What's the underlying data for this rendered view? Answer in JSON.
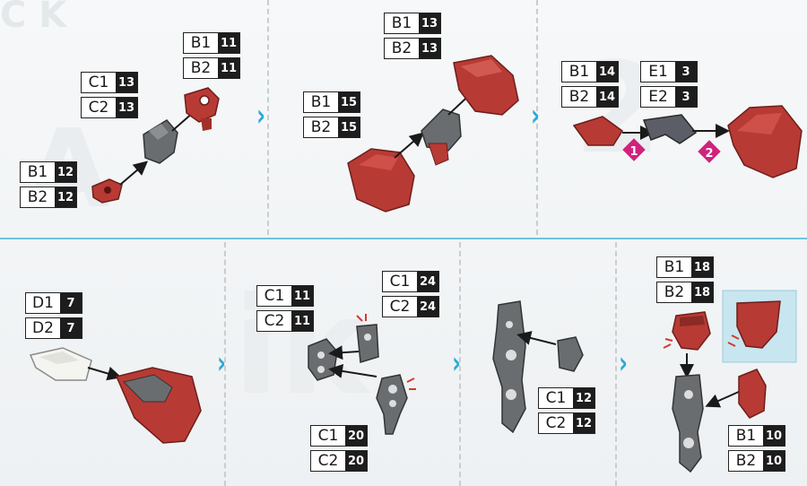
{
  "tags": [
    {
      "id": "p1-c1",
      "code": "C1",
      "num": "13"
    },
    {
      "id": "p1-c2",
      "code": "C2",
      "num": "13"
    },
    {
      "id": "p1-b1a",
      "code": "B1",
      "num": "11"
    },
    {
      "id": "p1-b2a",
      "code": "B2",
      "num": "11"
    },
    {
      "id": "p1-b1b",
      "code": "B1",
      "num": "12"
    },
    {
      "id": "p1-b2b",
      "code": "B2",
      "num": "12"
    },
    {
      "id": "p2-b1a",
      "code": "B1",
      "num": "13"
    },
    {
      "id": "p2-b2a",
      "code": "B2",
      "num": "13"
    },
    {
      "id": "p2-b1b",
      "code": "B1",
      "num": "15"
    },
    {
      "id": "p2-b2b",
      "code": "B2",
      "num": "15"
    },
    {
      "id": "p3-b1",
      "code": "B1",
      "num": "14"
    },
    {
      "id": "p3-b2",
      "code": "B2",
      "num": "14"
    },
    {
      "id": "p3-e1",
      "code": "E1",
      "num": "3"
    },
    {
      "id": "p3-e2",
      "code": "E2",
      "num": "3"
    },
    {
      "id": "p4-d1",
      "code": "D1",
      "num": "7"
    },
    {
      "id": "p4-d2",
      "code": "D2",
      "num": "7"
    },
    {
      "id": "p5-c1a",
      "code": "C1",
      "num": "11"
    },
    {
      "id": "p5-c2a",
      "code": "C2",
      "num": "11"
    },
    {
      "id": "p5-c1b",
      "code": "C1",
      "num": "24"
    },
    {
      "id": "p5-c2b",
      "code": "C2",
      "num": "24"
    },
    {
      "id": "p5-c1c",
      "code": "C1",
      "num": "20"
    },
    {
      "id": "p5-c2c",
      "code": "C2",
      "num": "20"
    },
    {
      "id": "p6-c1",
      "code": "C1",
      "num": "12"
    },
    {
      "id": "p6-c2",
      "code": "C2",
      "num": "12"
    },
    {
      "id": "p7-b1a",
      "code": "B1",
      "num": "18"
    },
    {
      "id": "p7-b2a",
      "code": "B2",
      "num": "18"
    },
    {
      "id": "p7-b1b",
      "code": "B1",
      "num": "10"
    },
    {
      "id": "p7-b2b",
      "code": "B2",
      "num": "10"
    }
  ],
  "step_markers": [
    "1",
    "2"
  ],
  "colors": {
    "part_red": "#b83a34",
    "part_gray": "#6a6d70",
    "step_arrow": "#2aa9d6",
    "divider": "#6cc6dc",
    "marker": "#d0227c"
  }
}
